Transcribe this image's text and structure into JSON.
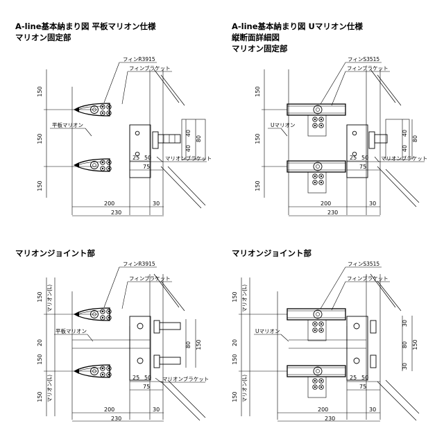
{
  "titles": {
    "tl_1": "A-line基本納まり図 平板マリオン仕様",
    "tl_2": "マリオン固定部",
    "tr_1": "A-line基本納まり図 Uマリオン仕様",
    "tr_2": "縦断面詳細図",
    "tr_3": "マリオン固定部",
    "bl_1": "マリオンジョイント部",
    "br_1": "マリオンジョイント部"
  },
  "labels": {
    "fin_r": "フィンR3915",
    "fin_s": "フィンS3515",
    "fin_bracket": "フィンブラケット",
    "flat_mullion": "平板マリオン",
    "u_mullion": "Uマリオン",
    "mullion_bracket": "マリオンブラケット",
    "mullion_l": "マリオン(L)"
  },
  "dims": {
    "d150": "150",
    "d200": "200",
    "d230": "230",
    "d30": "30",
    "d25": "25",
    "d50": "50",
    "d75": "75",
    "d40": "40",
    "d80": "80",
    "d20": "20"
  }
}
